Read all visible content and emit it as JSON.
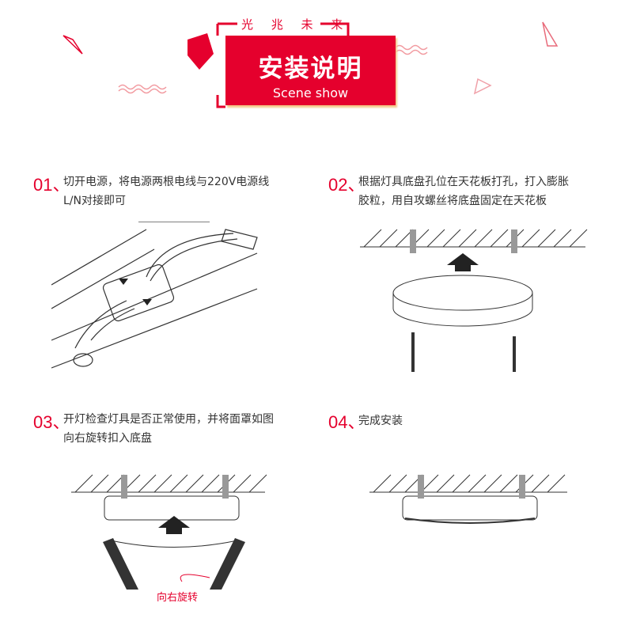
{
  "header": {
    "brand": "光 兆 未 来",
    "title": "安装说明",
    "subtitle": "Scene show",
    "accent": "#e5002d"
  },
  "steps": [
    {
      "num": "01、",
      "lines": [
        "切开电源，将电源两根电线与220V电源线",
        "L/N对接即可"
      ]
    },
    {
      "num": "02、",
      "lines": [
        "根据灯具底盘孔位在天花板打孔，打入膨胀",
        "胶粒，用自攻螺丝将底盘固定在天花板"
      ]
    },
    {
      "num": "03、",
      "lines": [
        "开灯检查灯具是否正常使用，并将面罩如图",
        "向右旋转扣入底盘"
      ]
    },
    {
      "num": "04、",
      "lines": [
        "完成安装"
      ]
    }
  ],
  "rotate_label": "向右旋转"
}
